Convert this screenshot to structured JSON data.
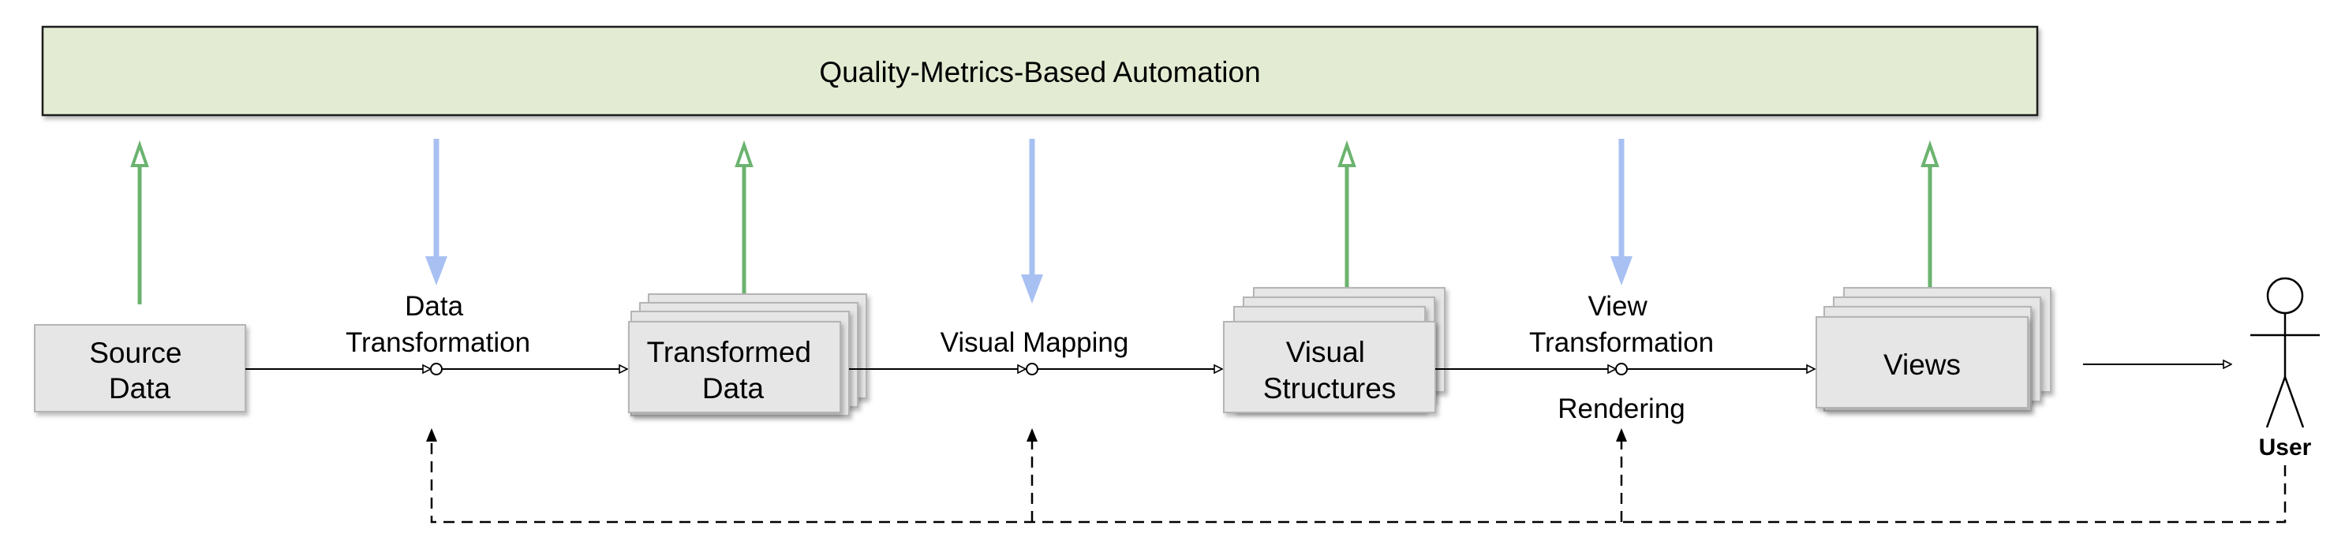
{
  "banner": {
    "label": "Quality-Metrics-Based Automation",
    "fill": "#e3ecd2"
  },
  "stages": {
    "source": [
      "Source",
      "Data"
    ],
    "transformed": [
      "Transformed",
      "Data"
    ],
    "structures": [
      "Visual",
      "Structures"
    ],
    "views": [
      "Views"
    ]
  },
  "transformations": {
    "data": [
      "Data",
      "Transformation"
    ],
    "mapping": [
      "Visual Mapping"
    ],
    "view": [
      "View",
      "Transformation"
    ],
    "rendering": "Rendering"
  },
  "user": {
    "label": "User"
  },
  "colors": {
    "up_arrow": "#6bb36f",
    "down_arrow": "#a8c0f2",
    "box_fill": "#e6e6e6",
    "box_stroke": "#b5b5b5"
  }
}
